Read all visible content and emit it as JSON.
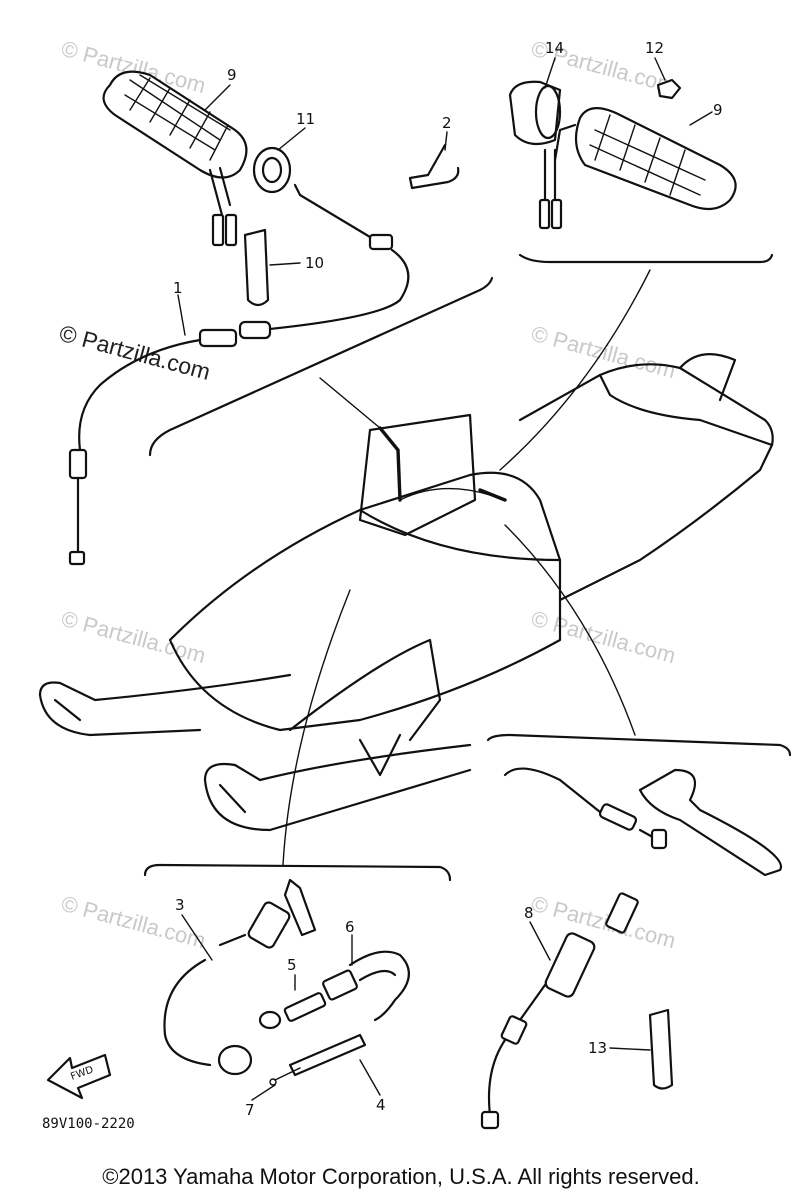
{
  "part_numbers": {
    "p1": "1",
    "p2": "2",
    "p3": "3",
    "p4": "4",
    "p5": "5",
    "p6": "6",
    "p7": "7",
    "p8": "8",
    "p9_left": "9",
    "p9_right": "9",
    "p10": "10",
    "p11": "11",
    "p12": "12",
    "p13": "13",
    "p14": "14"
  },
  "watermark": {
    "text": "© Partzilla.com",
    "highlighted_text": "© Partzilla.com"
  },
  "front_indicator": "FWD",
  "diagram_code": "89V100-2220",
  "copyright": "©2013 Yamaha Motor Corporation, U.S.A. All rights reserved.",
  "colors": {
    "ink": "#111111",
    "watermark": "#c9c9c9",
    "background": "#ffffff"
  }
}
